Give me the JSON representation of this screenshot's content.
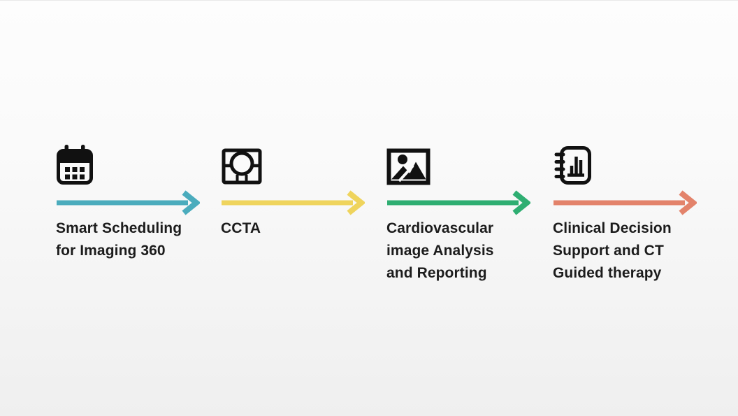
{
  "page": {
    "type": "process-flow-diagram",
    "background_top": "#FDFDFD",
    "background_bottom": "#EFEFEF",
    "text_color": "#1C1C1C",
    "icon_color": "#111111"
  },
  "steps": [
    {
      "id": "smart-scheduling",
      "icon": "calendar-icon",
      "arrow_color": "#4BACBD",
      "label": "Smart Scheduling\nfor Imaging 360"
    },
    {
      "id": "ccta",
      "icon": "ct-scanner-icon",
      "arrow_color": "#EFD45D",
      "label": "CCTA"
    },
    {
      "id": "cardiovascular-analysis",
      "icon": "image-icon",
      "arrow_color": "#2FAE72",
      "label": "Cardiovascular\nimage Analysis\nand Reporting"
    },
    {
      "id": "clinical-decision",
      "icon": "notebook-chart-icon",
      "arrow_color": "#E3836B",
      "label": "Clinical Decision\nSupport and CT\nGuided therapy"
    }
  ]
}
